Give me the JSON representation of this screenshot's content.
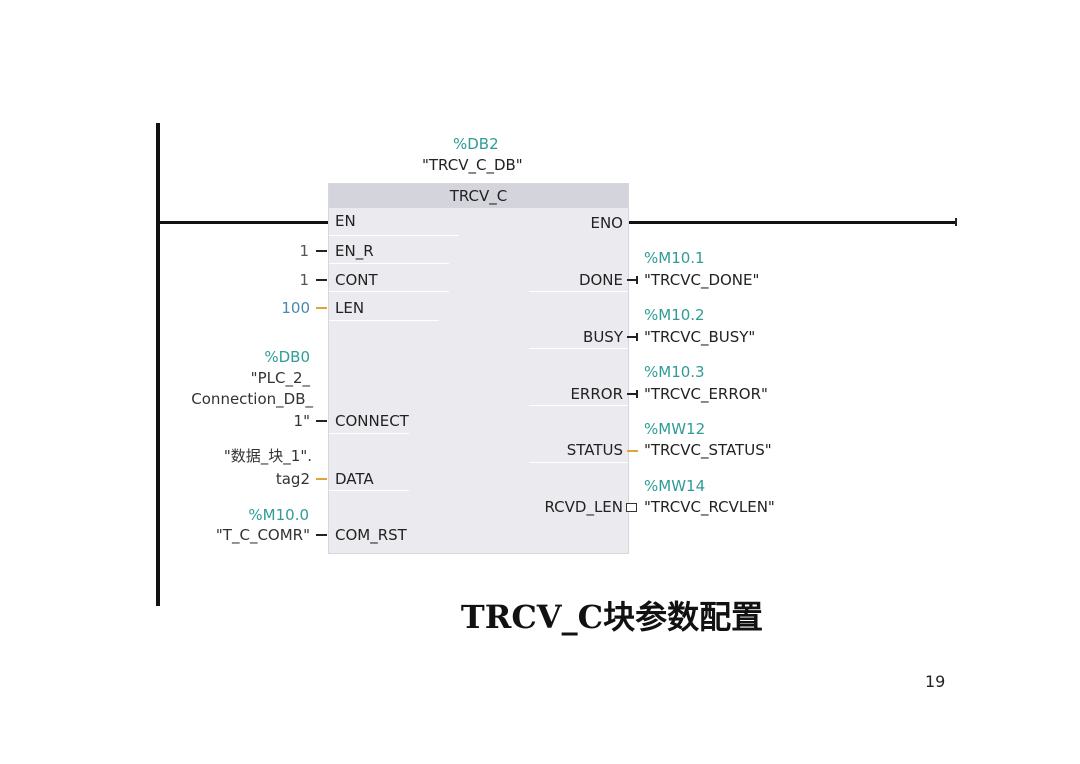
{
  "block": {
    "instance_address": "%DB2",
    "instance_name": "\"TRCV_C_DB\"",
    "type_name": "TRCV_C"
  },
  "inputs": [
    {
      "pin": "EN"
    },
    {
      "pin": "EN_R",
      "value": "1"
    },
    {
      "pin": "CONT",
      "value": "1"
    },
    {
      "pin": "LEN",
      "value": "100"
    },
    {
      "pin": "CONNECT",
      "address": "%DB0",
      "value_lines": [
        "\"PLC_2_",
        "Connection_DB_",
        "1\""
      ]
    },
    {
      "pin": "DATA",
      "value_lines": [
        "\"数据_块_1\".",
        "tag2"
      ]
    },
    {
      "pin": "COM_RST",
      "address": "%M10.0",
      "value": "\"T_C_COMR\""
    }
  ],
  "outputs": [
    {
      "pin": "ENO"
    },
    {
      "pin": "DONE",
      "address": "%M10.1",
      "tag": "\"TRCVC_DONE\""
    },
    {
      "pin": "BUSY",
      "address": "%M10.2",
      "tag": "\"TRCVC_BUSY\""
    },
    {
      "pin": "ERROR",
      "address": "%M10.3",
      "tag": "\"TRCVC_ERROR\""
    },
    {
      "pin": "STATUS",
      "address": "%MW12",
      "tag": "\"TRCVC_STATUS\""
    },
    {
      "pin": "RCVD_LEN",
      "address": "%MW14",
      "tag": "\"TRCVC_RCVLEN\""
    }
  ],
  "caption": "TRCV_C块参数配置",
  "page_number": "19",
  "colors": {
    "address_teal": "#2f9c96",
    "constant_blue": "#4a88b0",
    "int_wire_orange": "#e0a43a",
    "block_fill": "#ebebef",
    "header_fill": "#d4d4dc"
  }
}
